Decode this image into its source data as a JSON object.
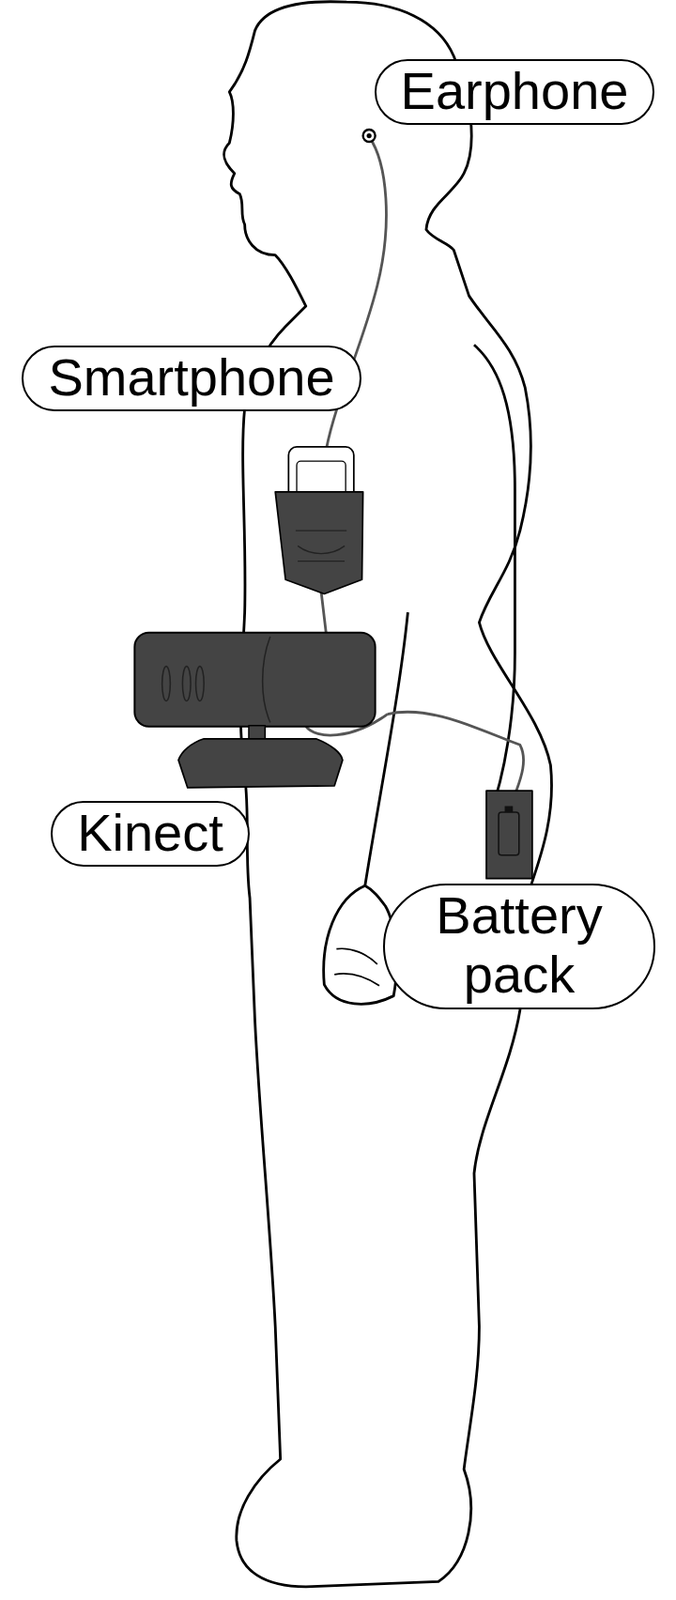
{
  "diagram": {
    "nodes": [
      {
        "text": [
          "Earphone"
        ]
      },
      {
        "text": [
          "Smartphone"
        ]
      },
      {
        "text": [
          "Kinect"
        ]
      },
      {
        "text": [
          "Battery pack"
        ]
      }
    ]
  }
}
